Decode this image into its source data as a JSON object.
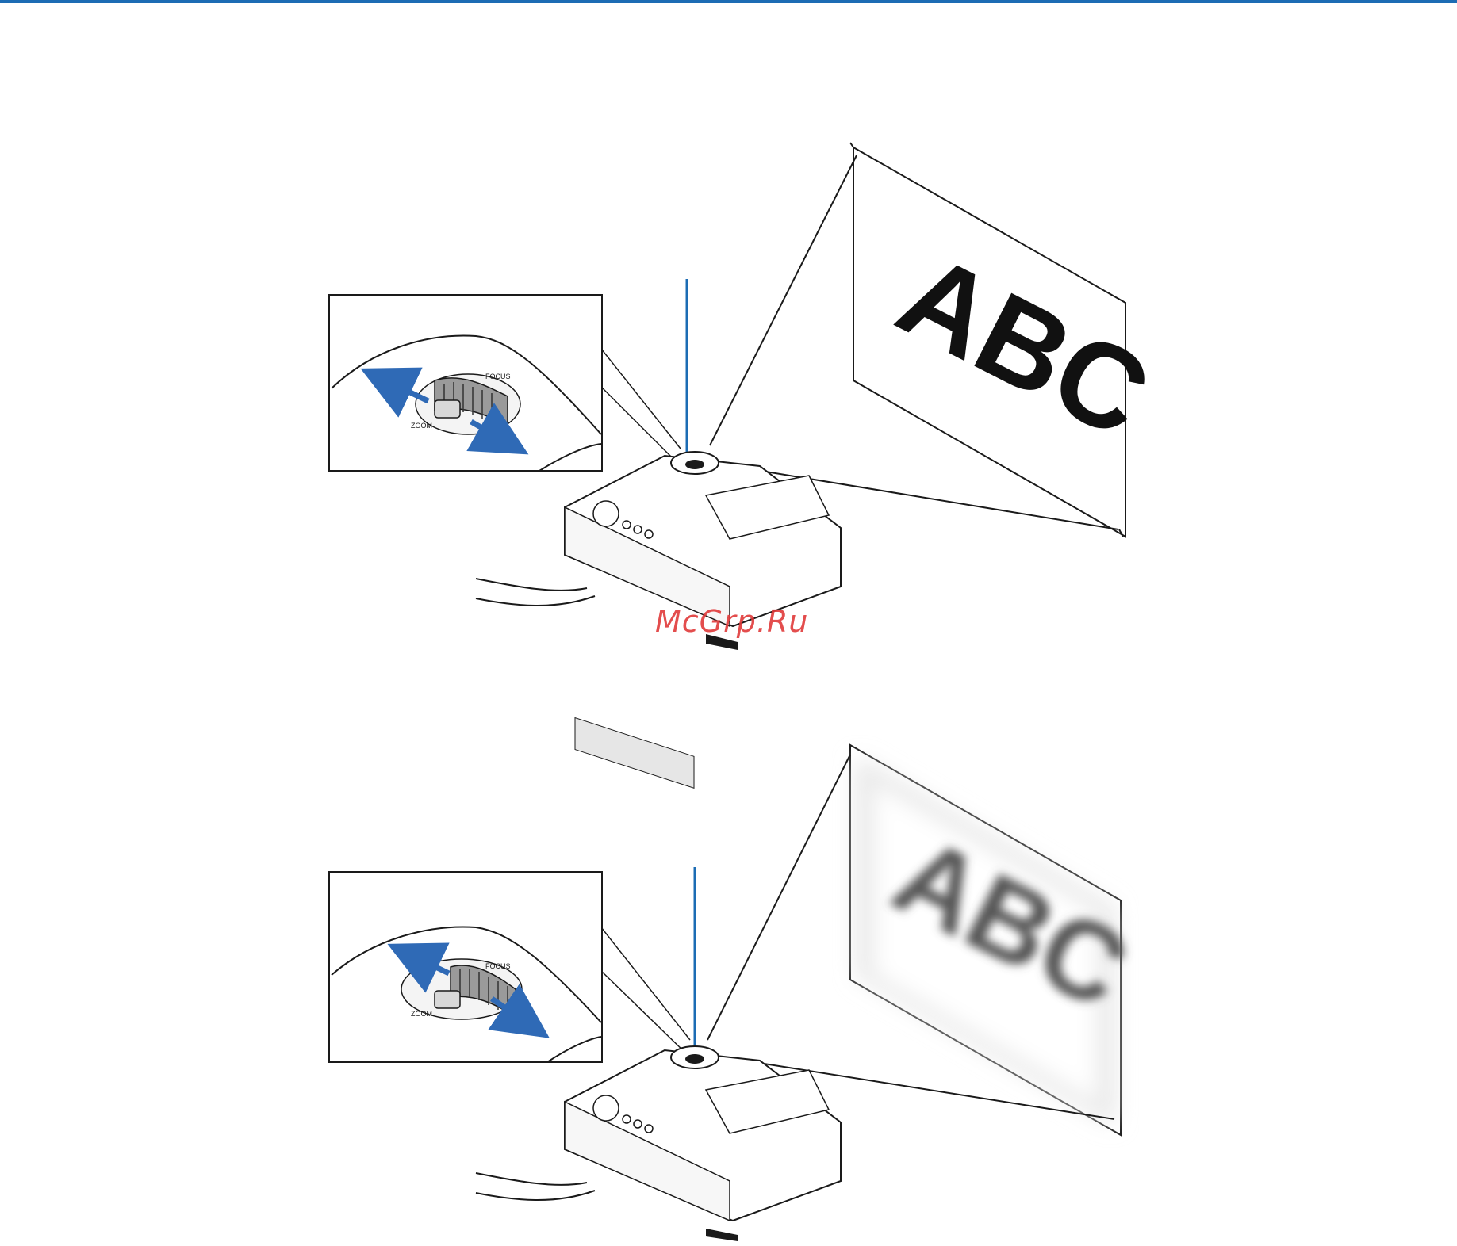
{
  "colors": {
    "rule": "#1c6cb4",
    "arrow": "#2f6ab6",
    "callout_line": "#1c6cb4",
    "watermark": "#e03a3a",
    "line": "#1a1a1a"
  },
  "watermark": "McGrp.Ru",
  "figures": [
    {
      "screen_text": "ABC",
      "focus": "sharp",
      "ring_label": "ZOOM",
      "focus_label": "FOCUS"
    },
    {
      "screen_text": "ABC",
      "focus": "blurred",
      "ring_label": "ZOOM",
      "focus_label": "FOCUS"
    }
  ]
}
